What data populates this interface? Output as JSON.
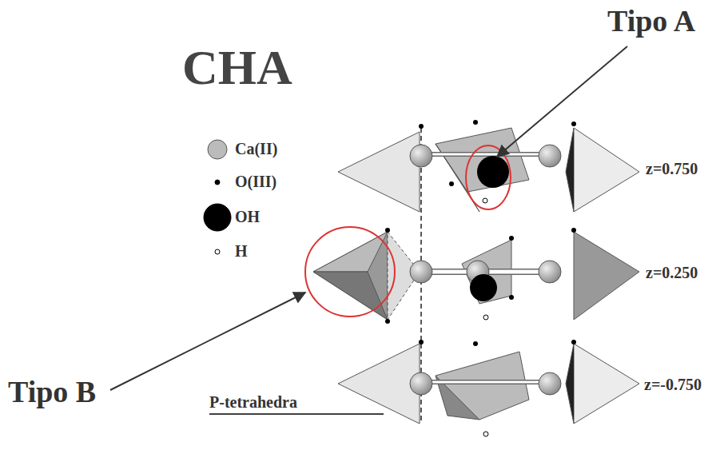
{
  "diagram": {
    "title": "CHA",
    "labels": [
      "Tipo A",
      "Tipo B",
      "z=0.750",
      "z=0.250",
      "z=-0.750",
      "P-tetrahedra"
    ],
    "legend": [
      {
        "text": "Ca(II)"
      },
      {
        "text": "O(III)"
      },
      {
        "text": "OH"
      },
      {
        "text": "H"
      }
    ]
  }
}
